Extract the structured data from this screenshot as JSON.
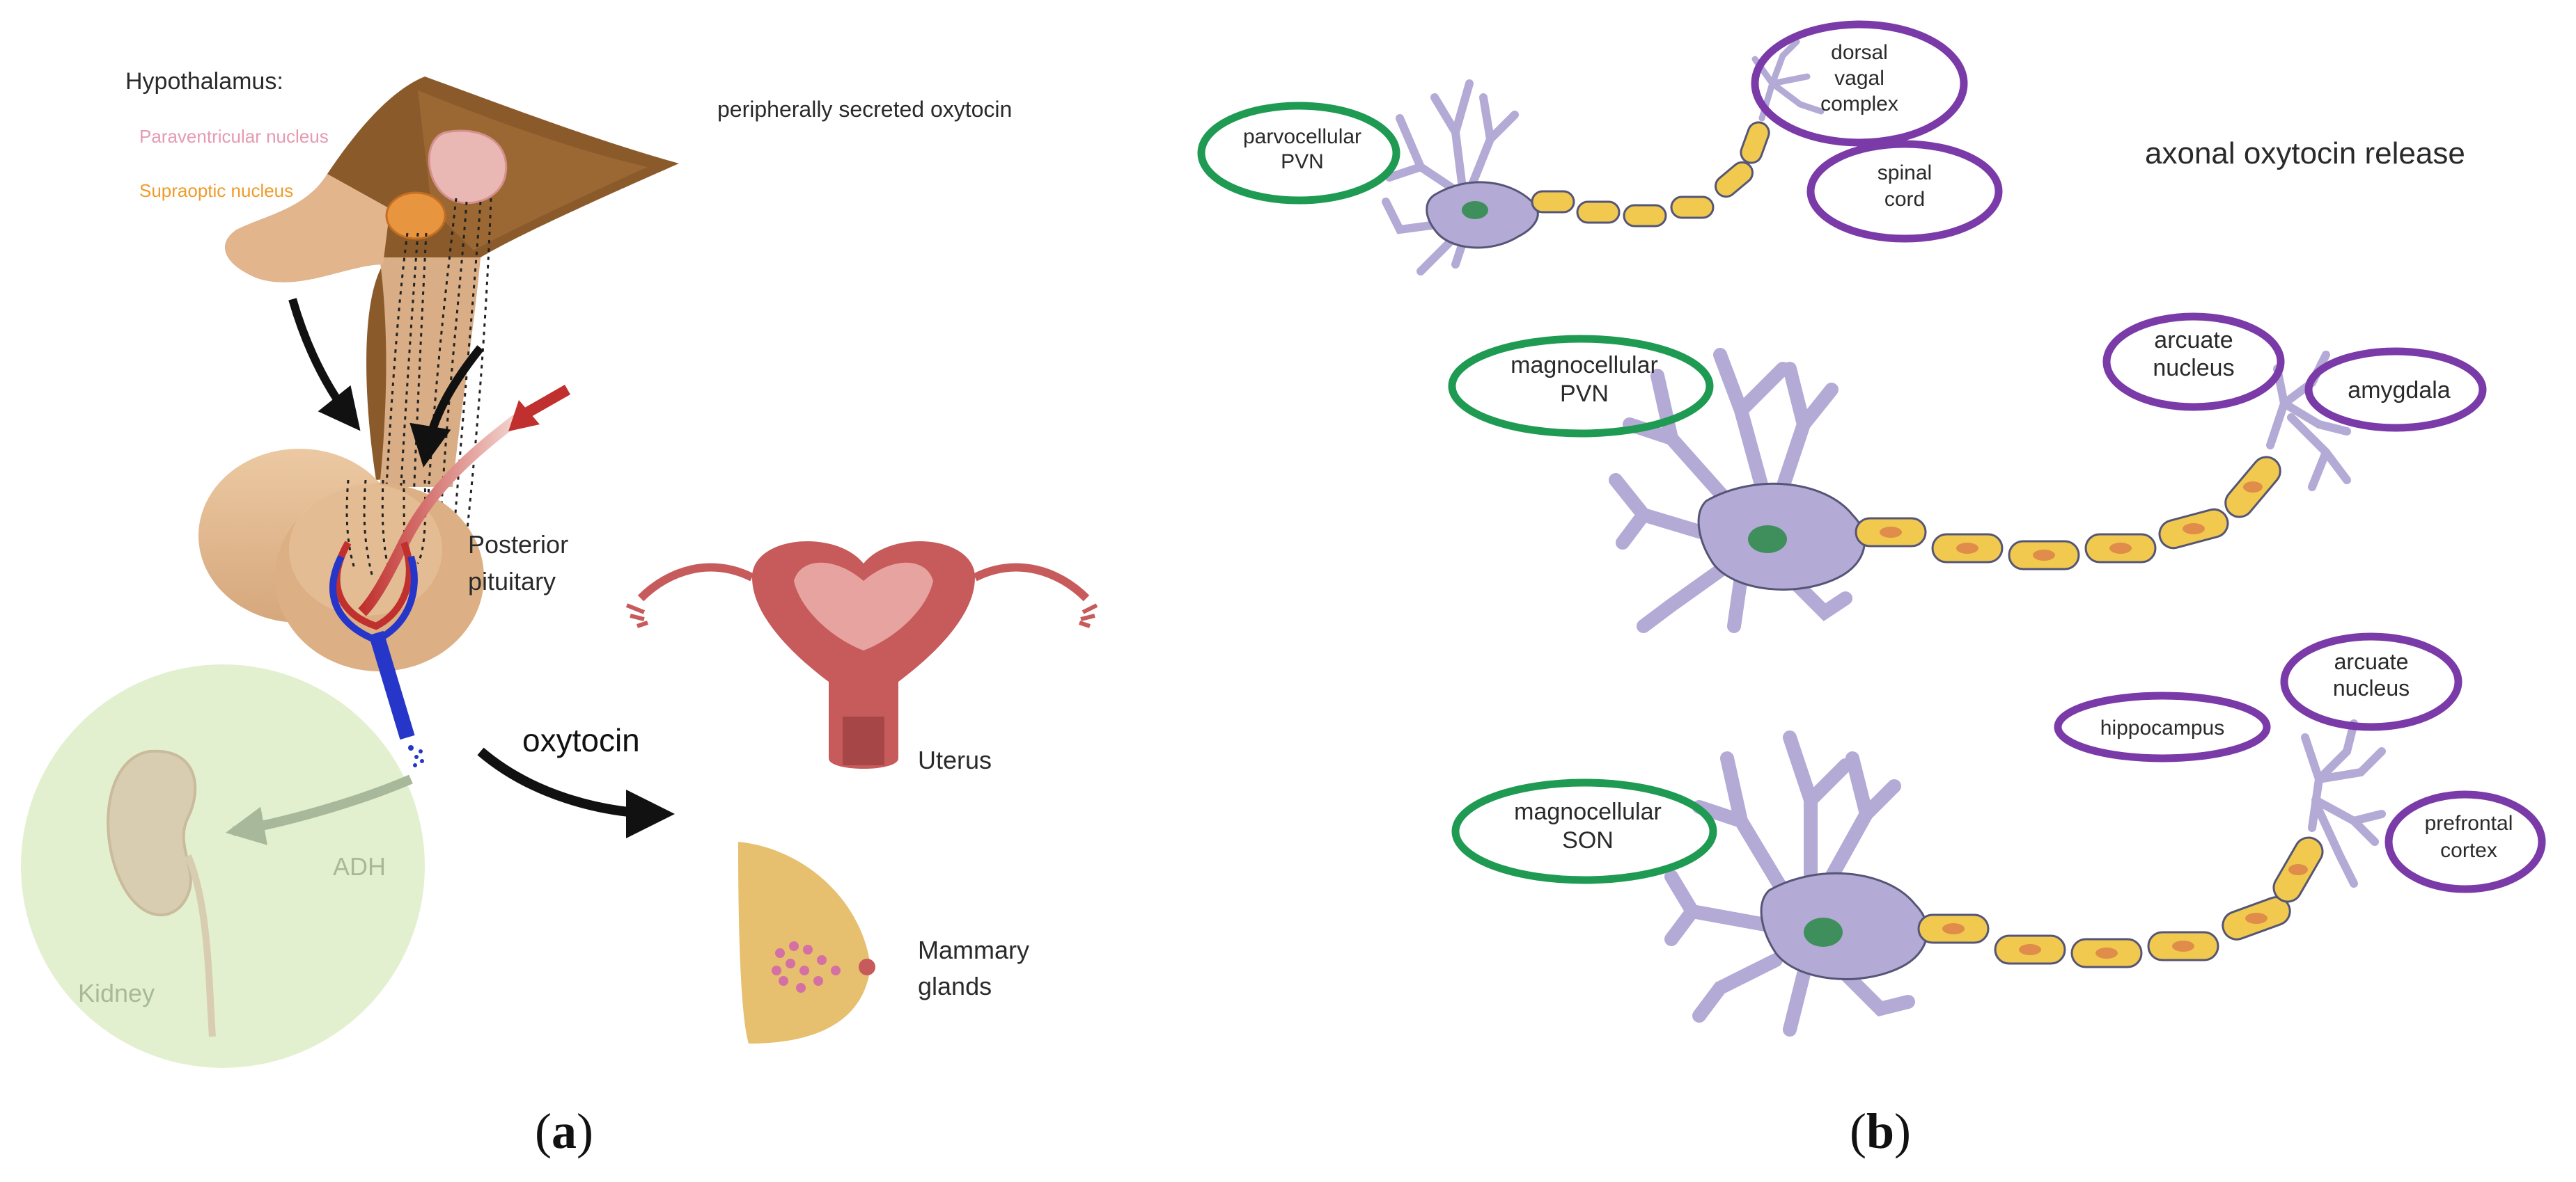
{
  "panel_a": {
    "hypothalamus_title": "Hypothalamus:",
    "paraventricular_label": "Paraventricular nucleus",
    "supraoptic_label": "Supraoptic nucleus",
    "peripheral_title": "peripherally secreted oxytocin",
    "posterior_pituitary_line1": "Posterior",
    "posterior_pituitary_line2": "pituitary",
    "oxytocin_label": "oxytocin",
    "uterus_label": "Uterus",
    "mammary_line1": "Mammary",
    "mammary_line2": "glands",
    "adh_label": "ADH",
    "kidney_label": "Kidney",
    "panel_tag_open": "(",
    "panel_tag_letter": "a",
    "panel_tag_close": ")"
  },
  "panel_b": {
    "title": "axonal oxytocin release",
    "neuron1": {
      "source_line1": "parvocellular",
      "source_line2": "PVN",
      "target1_line1": "dorsal",
      "target1_line2": "vagal",
      "target1_line3": "complex",
      "target2_line1": "spinal",
      "target2_line2": "cord"
    },
    "neuron2": {
      "source_line1": "magnocellular",
      "source_line2": "PVN",
      "target1_line1": "arcuate",
      "target1_line2": "nucleus",
      "target2_line1": "amygdala"
    },
    "neuron3": {
      "source_line1": "magnocellular",
      "source_line2": "SON",
      "target1_line1": "arcuate",
      "target1_line2": "nucleus",
      "target2_line1": "hippocampus",
      "target3_line1": "prefrontal",
      "target3_line2": "cortex"
    },
    "panel_tag_open": "(",
    "panel_tag_letter": "b",
    "panel_tag_close": ")"
  },
  "colors": {
    "source_ring": "#1e9a52",
    "target_ring": "#7a3aa8",
    "neuron_body": "#b3aad6",
    "neuron_outline": "#555577",
    "axon_segment": "#f0c94e",
    "axon_node": "#e08c4a",
    "brain_tissue": "#8a5a2b",
    "pituitary": "#e8c19a",
    "kidney_bg": "#e3f0cf",
    "uterus": "#c75b5b",
    "arrow_red": "#c0302e"
  }
}
